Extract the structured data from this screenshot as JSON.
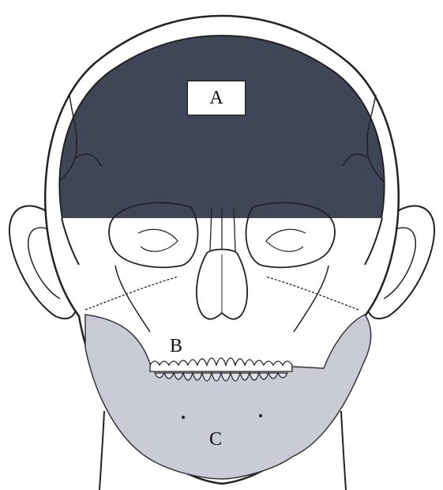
{
  "regions": {
    "a": {
      "label": "A",
      "color": "#3f4656"
    },
    "b": {
      "label": "B",
      "color": "#ffffff"
    },
    "c": {
      "label": "C",
      "color": "#c9ccd6"
    }
  },
  "line_color": "#222222"
}
